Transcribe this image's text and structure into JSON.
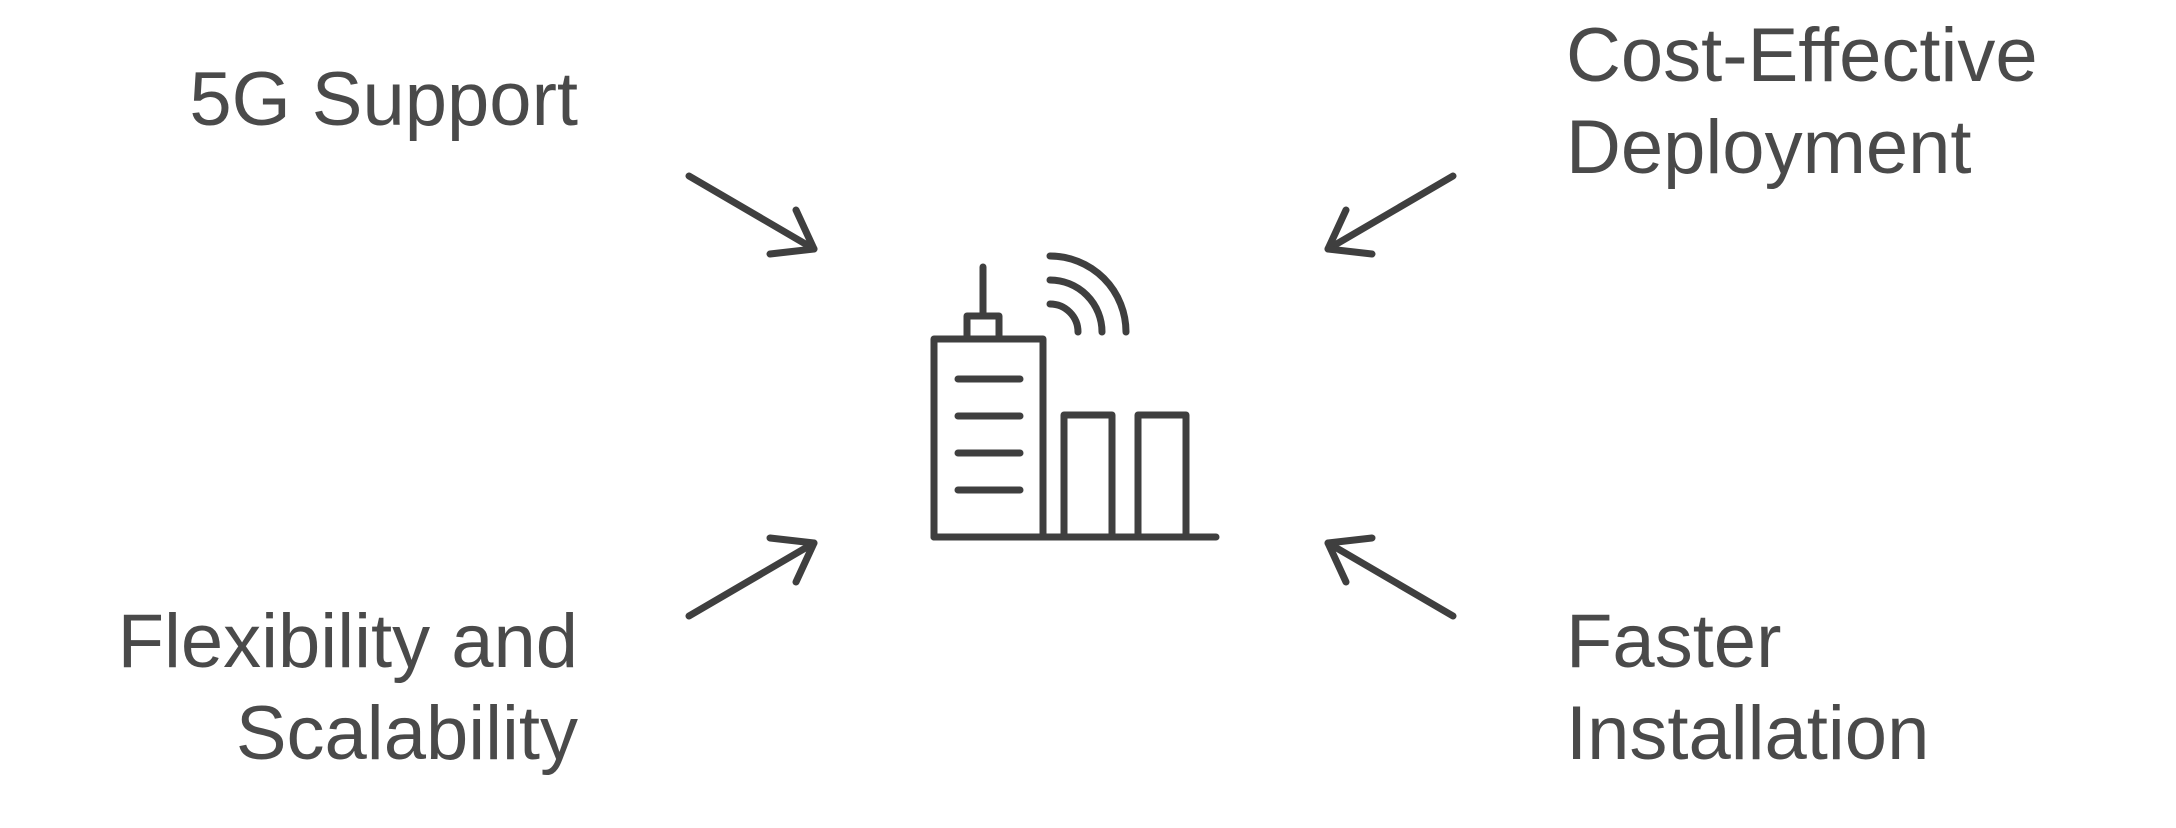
{
  "diagram": {
    "center_icon": "cell-tower-building-icon",
    "stroke_color": "#3f3f3f",
    "text_color": "#4a4a4a",
    "benefits": {
      "five_g": {
        "line1": "5G Support"
      },
      "cost": {
        "line1": "Cost-Effective",
        "line2": "Deployment"
      },
      "flexibility": {
        "line1": "Flexibility and",
        "line2": "Scalability"
      },
      "faster": {
        "line1": "Faster",
        "line2": "Installation"
      }
    }
  }
}
